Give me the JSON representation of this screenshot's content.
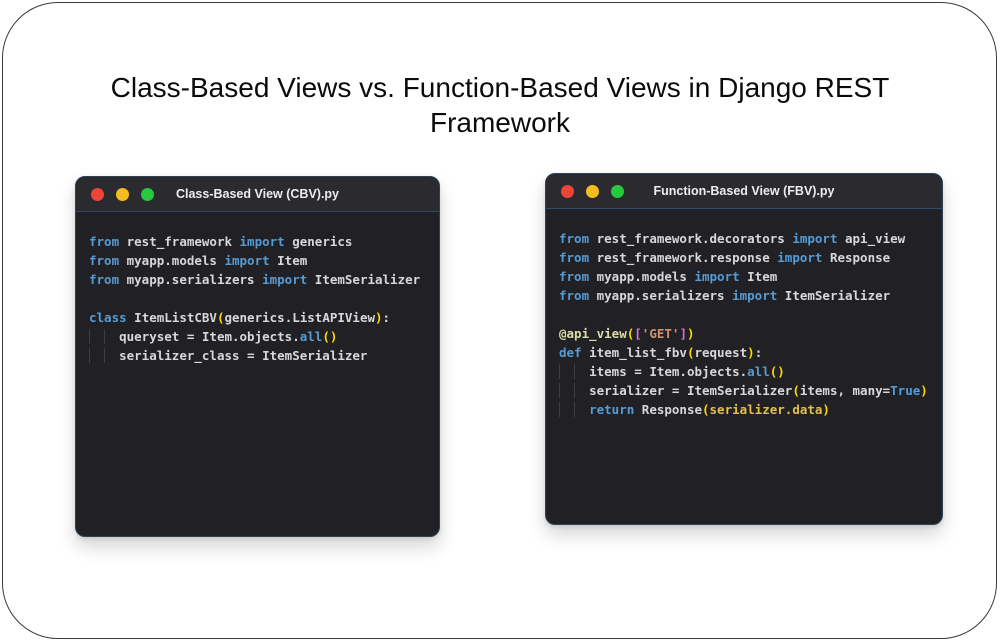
{
  "page": {
    "title_lines": [
      "Class-Based Views vs. Function-Based Views in Django REST",
      "Framework"
    ]
  },
  "colors": {
    "kw": "#559CD6",
    "tx": "#D8D8D8",
    "au": "#FFD602",
    "mg": "#D670D6",
    "st": "#CE9178",
    "fn": "#DCDCAA",
    "yv": "#E3C04E",
    "ind": "#D8D8D8",
    "window_body": "#212125",
    "titlebar": "#2B2B2F",
    "titlebar_divider": "#2B4B68",
    "traffic_red": "#EE4437",
    "traffic_yellow": "#F4BC1C",
    "traffic_green": "#27C93F"
  },
  "windows": [
    {
      "title": "Class-Based View (CBV).py",
      "code": [
        [
          {
            "t": "from",
            "c": "kw"
          },
          {
            "t": " rest_framework ",
            "c": "tx"
          },
          {
            "t": "import",
            "c": "kw"
          },
          {
            "t": " generics",
            "c": "tx"
          }
        ],
        [
          {
            "t": "from",
            "c": "kw"
          },
          {
            "t": " myapp.models ",
            "c": "tx"
          },
          {
            "t": "import",
            "c": "kw"
          },
          {
            "t": " Item",
            "c": "tx"
          }
        ],
        [
          {
            "t": "from",
            "c": "kw"
          },
          {
            "t": " myapp.serializers ",
            "c": "tx"
          },
          {
            "t": "import",
            "c": "kw"
          },
          {
            "t": " ItemSerializer",
            "c": "tx"
          }
        ],
        [],
        [
          {
            "t": "class",
            "c": "kw"
          },
          {
            "t": " ItemListCBV",
            "c": "tx"
          },
          {
            "t": "(",
            "c": "au"
          },
          {
            "t": "generics.ListAPIView",
            "c": "tx"
          },
          {
            "t": ")",
            "c": "au"
          },
          {
            "t": ":",
            "c": "tx"
          }
        ],
        [
          {
            "t": "    ",
            "c": "ind"
          },
          {
            "t": "queryset = Item.objects.",
            "c": "tx"
          },
          {
            "t": "all",
            "c": "kw"
          },
          {
            "t": "()",
            "c": "au"
          }
        ],
        [
          {
            "t": "    ",
            "c": "ind"
          },
          {
            "t": "serializer_class = ItemSerializer",
            "c": "tx"
          }
        ]
      ]
    },
    {
      "title": "Function-Based View (FBV).py",
      "code": [
        [
          {
            "t": "from",
            "c": "kw"
          },
          {
            "t": " rest_framework.decorators ",
            "c": "tx"
          },
          {
            "t": "import",
            "c": "kw"
          },
          {
            "t": " api_view",
            "c": "tx"
          }
        ],
        [
          {
            "t": "from",
            "c": "kw"
          },
          {
            "t": " rest_framework.response ",
            "c": "tx"
          },
          {
            "t": "import",
            "c": "kw"
          },
          {
            "t": " Response",
            "c": "tx"
          }
        ],
        [
          {
            "t": "from",
            "c": "kw"
          },
          {
            "t": " myapp.models ",
            "c": "tx"
          },
          {
            "t": "import",
            "c": "kw"
          },
          {
            "t": " Item",
            "c": "tx"
          }
        ],
        [
          {
            "t": "from",
            "c": "kw"
          },
          {
            "t": " myapp.serializers ",
            "c": "tx"
          },
          {
            "t": "import",
            "c": "kw"
          },
          {
            "t": " ItemSerializer",
            "c": "tx"
          }
        ],
        [],
        [
          {
            "t": "@api_view",
            "c": "fn"
          },
          {
            "t": "(",
            "c": "au"
          },
          {
            "t": "[",
            "c": "mg"
          },
          {
            "t": "'GET'",
            "c": "st"
          },
          {
            "t": "]",
            "c": "mg"
          },
          {
            "t": ")",
            "c": "au"
          }
        ],
        [
          {
            "t": "def",
            "c": "kw"
          },
          {
            "t": " item_list_fbv",
            "c": "tx"
          },
          {
            "t": "(",
            "c": "au"
          },
          {
            "t": "request",
            "c": "tx"
          },
          {
            "t": ")",
            "c": "au"
          },
          {
            "t": ":",
            "c": "tx"
          }
        ],
        [
          {
            "t": "    ",
            "c": "ind"
          },
          {
            "t": "items = Item.objects.",
            "c": "tx"
          },
          {
            "t": "all",
            "c": "kw"
          },
          {
            "t": "()",
            "c": "au"
          }
        ],
        [
          {
            "t": "    ",
            "c": "ind"
          },
          {
            "t": "serializer = ItemSerializer",
            "c": "tx"
          },
          {
            "t": "(",
            "c": "au"
          },
          {
            "t": "items, many=",
            "c": "tx"
          },
          {
            "t": "True",
            "c": "kw"
          },
          {
            "t": ")",
            "c": "au"
          }
        ],
        [
          {
            "t": "    ",
            "c": "ind"
          },
          {
            "t": "return",
            "c": "kw"
          },
          {
            "t": " Response",
            "c": "tx"
          },
          {
            "t": "(",
            "c": "au"
          },
          {
            "t": "serializer.data",
            "c": "yv"
          },
          {
            "t": ")",
            "c": "au"
          }
        ]
      ]
    }
  ]
}
